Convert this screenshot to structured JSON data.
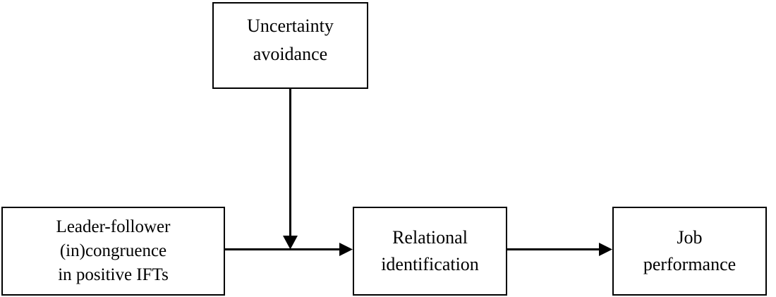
{
  "diagram": {
    "type": "conceptual-model-path-diagram",
    "background_color": "#ffffff",
    "line_color": "#000000",
    "text_color": "#000000",
    "nodes": [
      {
        "id": "uncertainty-avoidance",
        "role": "moderator",
        "lines": [
          "Uncertainty",
          "avoidance"
        ]
      },
      {
        "id": "ifts",
        "role": "predictor",
        "lines": [
          "Leader-follower",
          "(in)congruence",
          "in positive IFTs"
        ]
      },
      {
        "id": "relational-identification",
        "role": "mediator",
        "lines": [
          "Relational",
          "identification"
        ]
      },
      {
        "id": "job-performance",
        "role": "outcome",
        "lines": [
          "Job",
          "performance"
        ]
      }
    ],
    "edges": [
      {
        "id": "ifts-to-relational-identification",
        "from": "ifts",
        "to": "relational-identification",
        "style": "solid-arrow"
      },
      {
        "id": "relational-identification-to-job-performance",
        "from": "relational-identification",
        "to": "job-performance",
        "style": "solid-arrow"
      },
      {
        "id": "uncertainty-avoidance-moderation",
        "from": "uncertainty-avoidance",
        "to": "ifts-to-relational-identification",
        "style": "solid-arrow-moderator"
      }
    ]
  }
}
